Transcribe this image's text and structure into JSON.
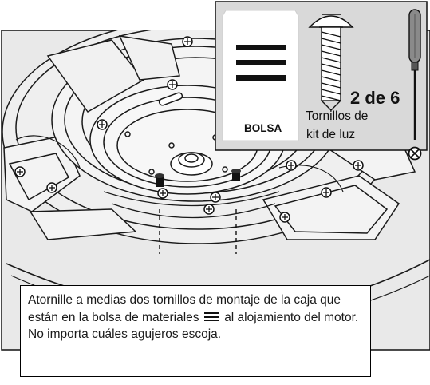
{
  "inset": {
    "bag_label": "BOLSA",
    "screw_count": "2 de 6",
    "screw_caption_line1": "Tornillos de",
    "screw_caption_line2": "kit de luz"
  },
  "caption": {
    "part1": "Atornille a medias dos tornillos de montaje de la caja que están en la bolsa de materiales",
    "part2": "al alojamiento del motor. No importa cuáles agujeros escoja."
  },
  "colors": {
    "background_panel": "#e9e9e9",
    "inset_background": "#d9d9d9",
    "line": "#1a1a1a",
    "caption_border": "#000000"
  }
}
